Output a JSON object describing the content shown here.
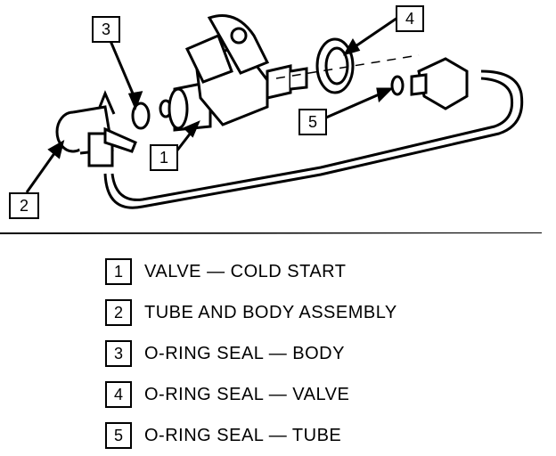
{
  "callouts": {
    "c1": "1",
    "c2": "2",
    "c3": "3",
    "c4": "4",
    "c5": "5"
  },
  "legend": [
    {
      "num": "1",
      "label": "VALVE — COLD START"
    },
    {
      "num": "2",
      "label": "TUBE AND BODY ASSEMBLY"
    },
    {
      "num": "3",
      "label": "O-RING SEAL — BODY"
    },
    {
      "num": "4",
      "label": "O-RING SEAL — VALVE"
    },
    {
      "num": "5",
      "label": "O-RING SEAL — TUBE"
    }
  ],
  "colors": {
    "ink": "#000000",
    "paper": "#ffffff"
  }
}
